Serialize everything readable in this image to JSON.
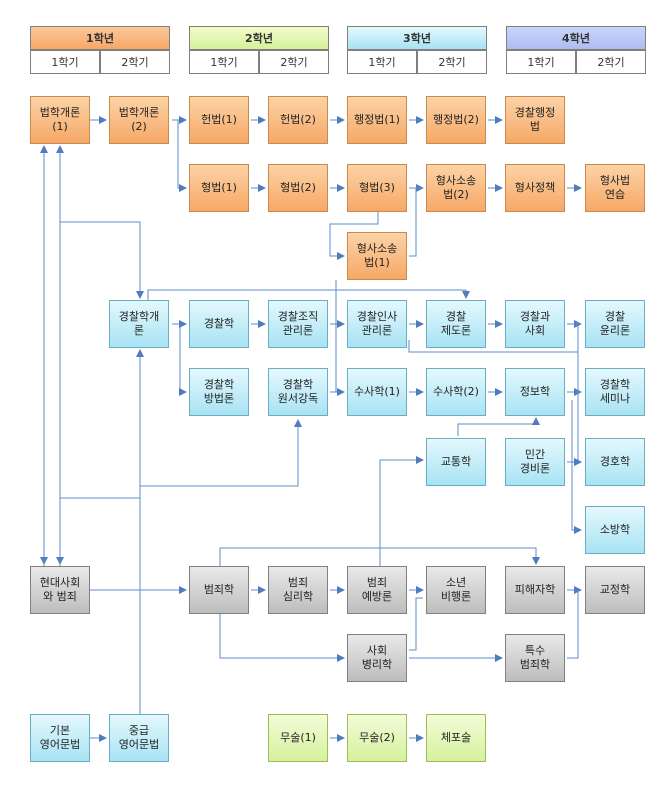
{
  "years": [
    {
      "label": "1학년",
      "sem1": "1학기",
      "sem2": "2학기",
      "color": "#f9b581"
    },
    {
      "label": "2학년",
      "sem1": "1학기",
      "sem2": "2학기",
      "color": "#dff59c"
    },
    {
      "label": "3학년",
      "sem1": "1학기",
      "sem2": "2학기",
      "color": "#bdeefb"
    },
    {
      "label": "4학년",
      "sem1": "1학기",
      "sem2": "2학기",
      "color": "#aebcf3"
    }
  ],
  "courses": {
    "intro_law_1": "법학개론\n(1)",
    "intro_law_2": "법학개론\n(2)",
    "const_1": "헌법(1)",
    "const_2": "헌법(2)",
    "admin_1": "행정법(1)",
    "admin_2": "행정법(2)",
    "police_admin": "경찰행정\n법",
    "criminal_1": "형법(1)",
    "criminal_2": "형법(2)",
    "criminal_3": "형법(3)",
    "crim_proc_2": "형사소송\n법(2)",
    "crim_policy": "형사정책",
    "crim_practice": "형사법\n연습",
    "crim_proc_1": "형사소송\n법(1)",
    "police_intro": "경찰학개\n론",
    "police_science": "경찰학",
    "police_org": "경찰조직\n관리론",
    "police_hr": "경찰인사\n관리론",
    "police_system": "경찰\n제도론",
    "police_society": "경찰과\n사회",
    "police_ethics": "경찰\n윤리론",
    "police_method": "경찰학\n방법론",
    "police_reading": "경찰학\n원서강독",
    "investigation_1": "수사학(1)",
    "investigation_2": "수사학(2)",
    "intelligence": "정보학",
    "police_seminar": "경찰학\n세미나",
    "traffic": "교통학",
    "private_security": "민간\n경비론",
    "protection": "경호학",
    "fire": "소방학",
    "modern_society": "현대사회\n와 범죄",
    "criminology": "범죄학",
    "crime_psych": "범죄\n심리학",
    "crime_prevention": "범죄\n예방론",
    "juvenile": "소년\n비행론",
    "victimology": "피해자학",
    "corrections": "교정학",
    "social_pathology": "사회\n병리학",
    "special_crime": "특수\n범죄학",
    "basic_grammar": "기본\n영어문법",
    "inter_grammar": "중급\n영어문법",
    "martial_1": "무술(1)",
    "martial_2": "무술(2)",
    "arrest": "체포술"
  }
}
